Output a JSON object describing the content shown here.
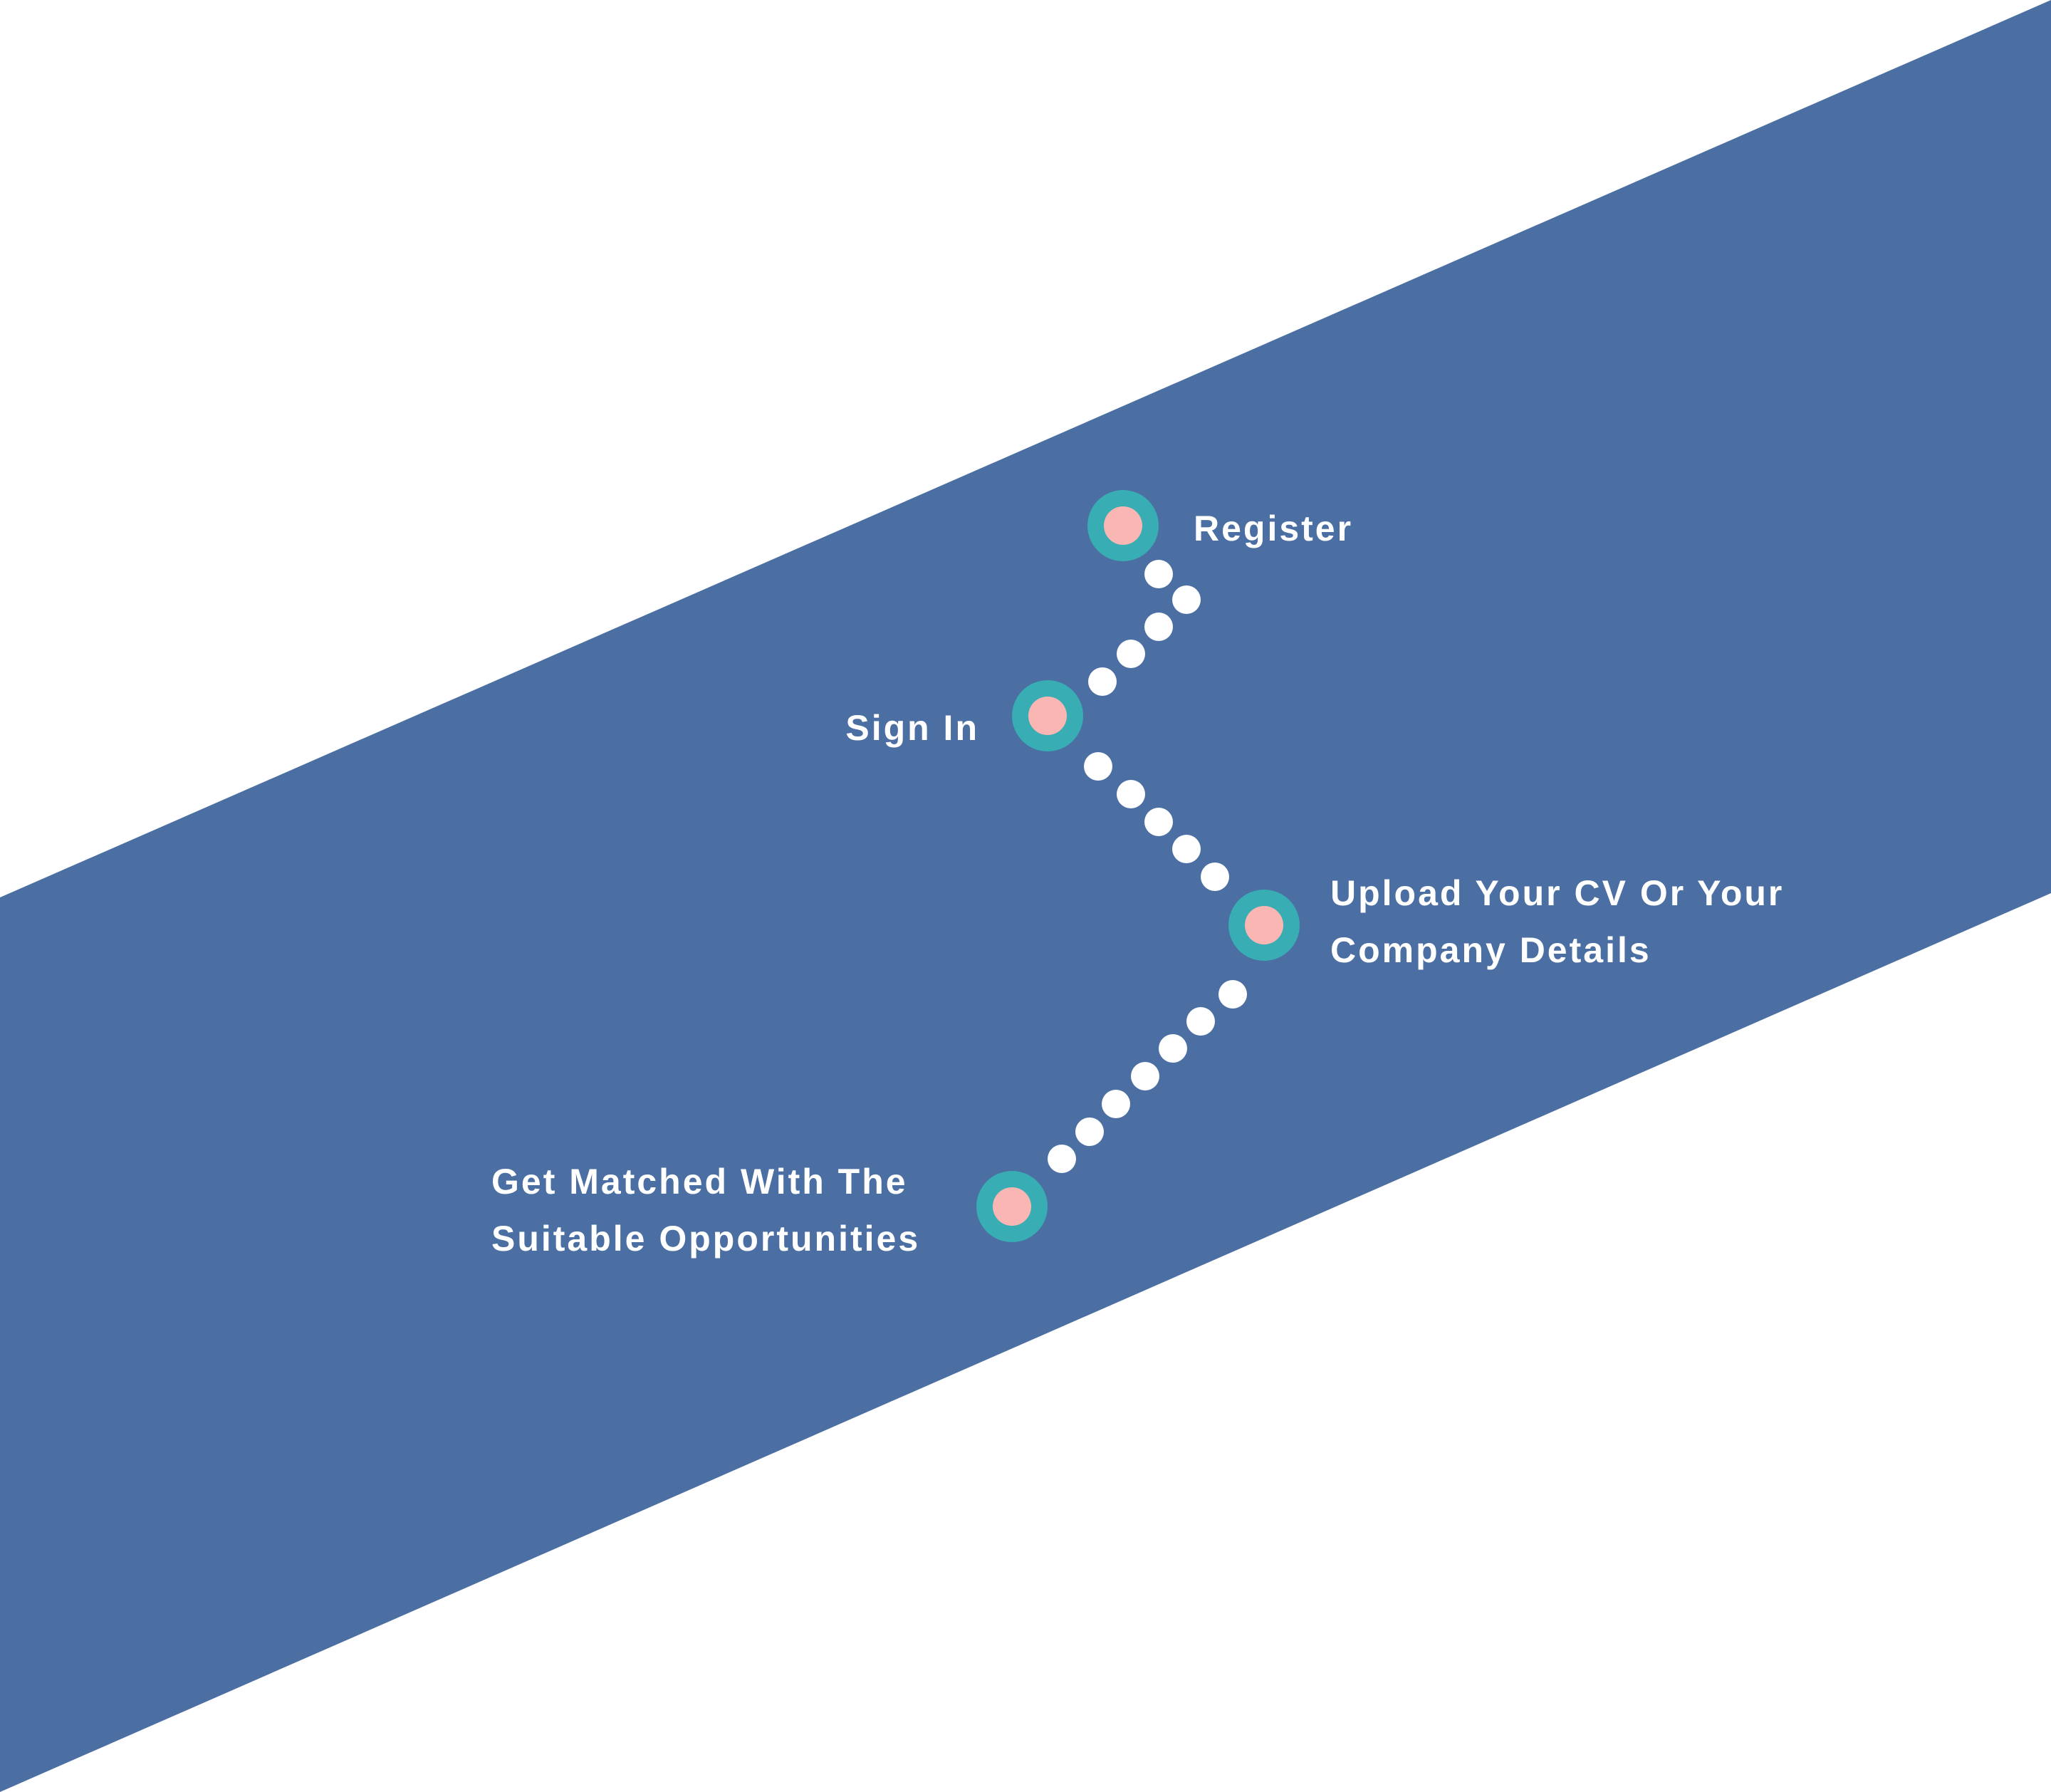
{
  "colors": {
    "background": "#ffffff",
    "band": "#4b6ea3",
    "ring": "#38adb3",
    "dot": "#f9b6b3",
    "connector": "#ffffff",
    "text": "#ffffff"
  },
  "steps": [
    {
      "lines": [
        "Register"
      ]
    },
    {
      "lines": [
        "Sign In"
      ]
    },
    {
      "lines": [
        "Upload Your CV Or Your",
        "Company Details"
      ]
    },
    {
      "lines": [
        "Get Matched With The",
        "Suitable Opportunities"
      ]
    }
  ]
}
